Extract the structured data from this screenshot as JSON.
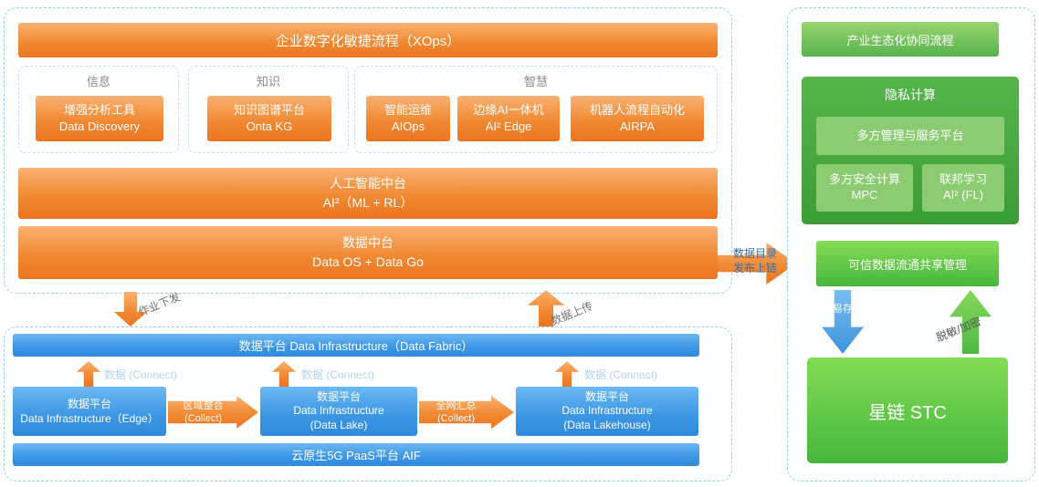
{
  "left_top": {
    "xops_banner": "企业数字化敏捷流程（XOps）",
    "groups": [
      {
        "label": "信息"
      },
      {
        "label": "知识"
      },
      {
        "label": "智慧"
      }
    ],
    "info_item": {
      "line1": "增强分析工具",
      "line2": "Data Discovery"
    },
    "knowledge_item": {
      "line1": "知识图谱平台",
      "line2": "Onta KG"
    },
    "wisdom_items": [
      {
        "line1": "智能运维",
        "line2": "AIOps"
      },
      {
        "line1": "边缘AI一体机",
        "line2": "AI² Edge"
      },
      {
        "line1": "机器人流程自动化",
        "line2": "AIRPA"
      }
    ],
    "ai_banner": {
      "line1": "人工智能中台",
      "line2": "AI²（ML + RL）"
    },
    "data_banner": {
      "line1": "数据中台",
      "line2": "Data OS + Data Go"
    }
  },
  "left_bottom": {
    "fabric_banner": "数据平台 Data Infrastructure（Data Fabric）",
    "connect_labels": [
      "数据 (Connect)",
      "数据 (Connect)",
      "数据 (Connect)"
    ],
    "platforms": [
      {
        "lines": [
          "数据平台",
          "Data Infrastructure（Edge）",
          ""
        ]
      },
      {
        "lines": [
          "数据平台",
          "Data Infrastructure",
          "(Data Lake)"
        ]
      },
      {
        "lines": [
          "数据平台",
          "Data Infrastructure",
          "(Data Lakehouse)"
        ]
      }
    ],
    "collect_arrows": [
      {
        "line1": "区域整合",
        "line2": "(Collect)"
      },
      {
        "line1": "全网汇总",
        "line2": "(Collect)"
      }
    ],
    "paas_banner": "云原生5G PaaS平台 AIF"
  },
  "flows": {
    "job_down": "作业下发",
    "data_up": "数据上传",
    "catalog": {
      "line1": "数据目录",
      "line2": "发布上链"
    },
    "trade": "交易存证",
    "mask": "脱敏/加密"
  },
  "right": {
    "eco_banner": "产业生态化协同流程",
    "privacy": {
      "title": "隐私计算",
      "platform": "多方管理与服务平台",
      "mpc": {
        "line1": "多方安全计算",
        "line2": "MPC"
      },
      "fl": {
        "line1": "联邦学习",
        "line2": "AI² (FL)"
      }
    },
    "trusted_banner": "可信数据流通共享管理",
    "stc": "星链 STC"
  },
  "colors": {
    "orange": "#ed7420",
    "blue": "#2f8ade",
    "green": "#46b63c",
    "dash_border": "#96cef2"
  }
}
